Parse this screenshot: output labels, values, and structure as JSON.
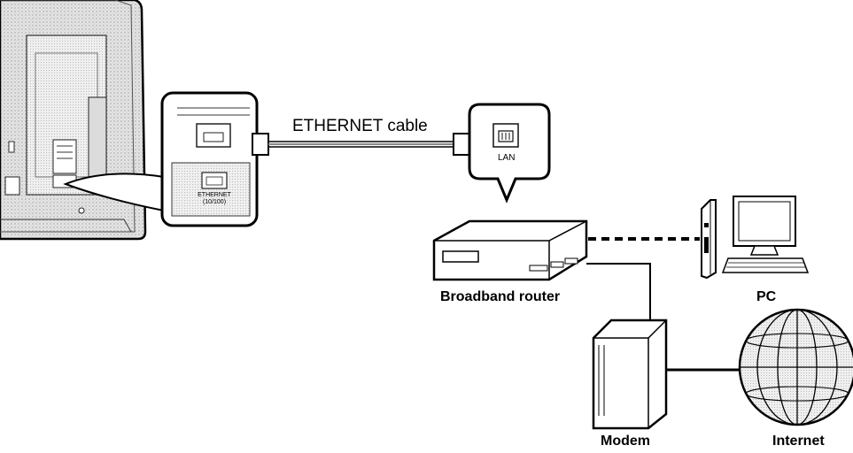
{
  "labels": {
    "cable": "ETHERNET cable",
    "port_line1": "ETHERNET",
    "port_line2": "(10/100)",
    "lan": "LAN",
    "router": "Broadband router",
    "pc": "PC",
    "modem": "Modem",
    "internet": "Internet"
  },
  "icons": {
    "tv": "tv-rear-panel-icon",
    "port": "ethernet-port-icon",
    "router": "broadband-router-icon",
    "pc": "desktop-pc-icon",
    "modem": "modem-icon",
    "globe": "globe-icon"
  },
  "connections": [
    {
      "from": "tv",
      "to": "router",
      "style": "solid",
      "label": "cable"
    },
    {
      "from": "router",
      "to": "pc",
      "style": "dashed"
    },
    {
      "from": "router",
      "to": "modem",
      "style": "solid"
    },
    {
      "from": "modem",
      "to": "internet",
      "style": "solid"
    }
  ]
}
